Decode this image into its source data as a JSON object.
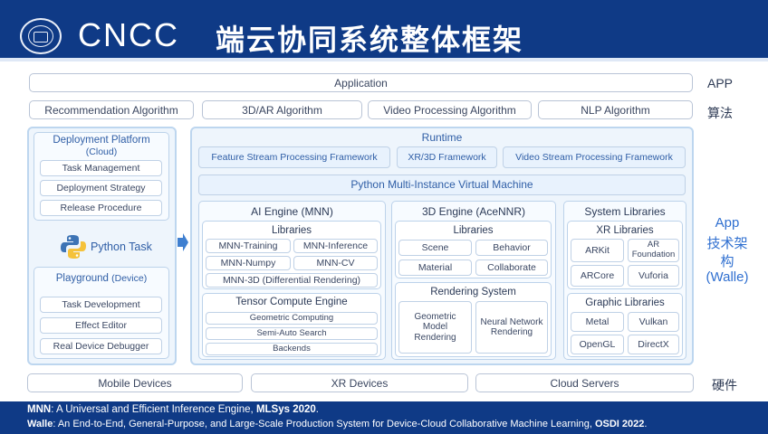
{
  "header": {
    "logo_text": "CNCC",
    "title": "端云协同系统整体框架"
  },
  "rows": {
    "application": "Application",
    "algorithms": [
      "Recommendation Algorithm",
      "3D/AR Algorithm",
      "Video Processing Algorithm",
      "NLP Algorithm"
    ],
    "devices": [
      "Mobile Devices",
      "XR Devices",
      "Cloud Servers"
    ]
  },
  "side_labels": {
    "app": "APP",
    "algo": "算法",
    "arch_1": "App",
    "arch_2": "技术架",
    "arch_3": "构",
    "arch_4": "(Walle)",
    "hardware": "硬件"
  },
  "left": {
    "deploy_title": "Deployment Platform",
    "deploy_sub": "(Cloud)",
    "deploy_items": [
      "Task Management",
      "Deployment Strategy",
      "Release Procedure"
    ],
    "python_task": "Python Task",
    "playground_title": "Playground",
    "playground_sub": "(Device)",
    "playground_items": [
      "Task Development",
      "Effect Editor",
      "Real Device Debugger"
    ]
  },
  "runtime": {
    "title": "Runtime",
    "frameworks": [
      "Feature Stream Processing Framework",
      "XR/3D Framework",
      "Video Stream Processing Framework"
    ],
    "python_vm": "Python Multi-Instance Virtual Machine",
    "ai_engine": {
      "title": "AI Engine (MNN)",
      "libraries_title": "Libraries",
      "libraries": [
        "MNN-Training",
        "MNN-Inference",
        "MNN-Numpy",
        "MNN-CV",
        "MNN-3D (Differential Rendering)"
      ],
      "tensor_title": "Tensor Compute Engine",
      "tensor_items": [
        "Geometric Computing",
        "Semi-Auto Search",
        "Backends"
      ]
    },
    "engine_3d": {
      "title": "3D Engine (AceNNR)",
      "libraries_title": "Libraries",
      "libraries": [
        "Scene",
        "Behavior",
        "Material",
        "Collaborate"
      ],
      "rendering_title": "Rendering System",
      "rendering": [
        "Geometric Model Rendering",
        "Neural Network Rendering"
      ]
    },
    "system_libraries": {
      "title": "System Libraries",
      "xr_title": "XR Libraries",
      "xr": [
        "ARKit",
        "AR Foundation",
        "ARCore",
        "Vuforia"
      ],
      "graphic_title": "Graphic Libraries",
      "graphic": [
        "Metal",
        "Vulkan",
        "OpenGL",
        "DirectX"
      ]
    }
  },
  "footer": {
    "line1_bold": "MNN",
    "line1_text": ": A Universal and Efficient Inference Engine, ",
    "line1_venue": "MLSys 2020",
    "line1_end": ".",
    "line2_bold": "Walle",
    "line2_text": ": An End-to-End, General-Purpose, and Large-Scale Production System for Device-Cloud Collaborative Machine Learning, ",
    "line2_venue": "OSDI 2022",
    "line2_end": "."
  },
  "colors": {
    "header_bg": "#0f3a86",
    "panel_bg": "#eef5fc",
    "panel_border": "#bdd6ef",
    "accent_text": "#2f5ea6",
    "python_blue": "#3d74b5",
    "python_yellow": "#f5c23b",
    "arrow_blue": "#3f7fd0"
  },
  "icons": [
    "python-logo-icon",
    "right-arrow-icon",
    "cncc-seal-icon"
  ]
}
